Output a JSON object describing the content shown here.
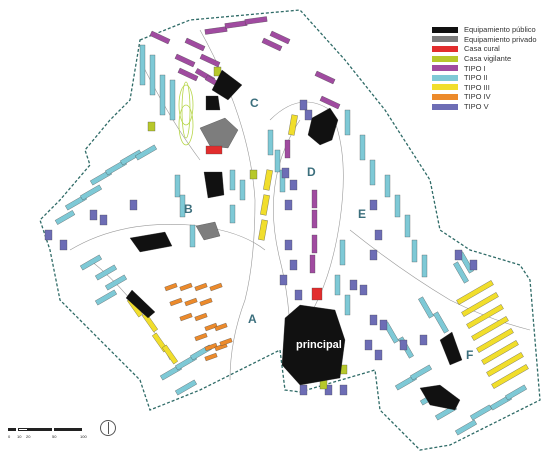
{
  "legend": {
    "items": [
      {
        "label": "Equipamiento público",
        "color": "#111111"
      },
      {
        "label": "Equipamiento privado",
        "color": "#7d7d7d"
      },
      {
        "label": "Casa cural",
        "color": "#e22d2d"
      },
      {
        "label": "Casa vigilante",
        "color": "#b7c82b"
      },
      {
        "label": "TIPO I",
        "color": "#a04ba0"
      },
      {
        "label": "TIPO II",
        "color": "#7ec9d6"
      },
      {
        "label": "TIPO III",
        "color": "#f1de2c"
      },
      {
        "label": "TIPO IV",
        "color": "#ec8a2b"
      },
      {
        "label": "TIPO V",
        "color": "#6d6db5"
      }
    ]
  },
  "zones": {
    "a": "A",
    "b": "B",
    "c": "C",
    "d": "D",
    "e": "E",
    "f": "F"
  },
  "principal_label": "principal",
  "scale": {
    "ticks": [
      "0",
      "10",
      "20",
      "50",
      "100"
    ]
  },
  "colors": {
    "boundary": "#2f6b67",
    "road": "#9a9a9a",
    "water_label": "#3c6f7d"
  }
}
